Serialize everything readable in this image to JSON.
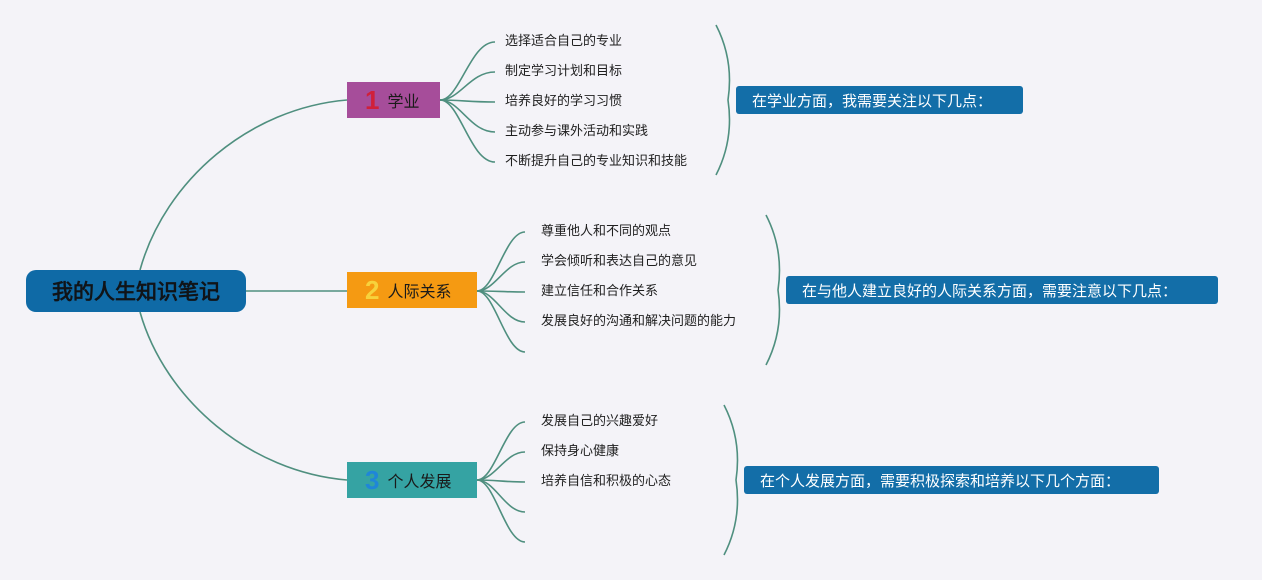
{
  "root": {
    "label": "我的人生知识笔记",
    "color": "#0f6aa6"
  },
  "line_color": "#4f8f7f",
  "branches": [
    {
      "num": "1",
      "num_color": "#d0203a",
      "label": "学业",
      "color": "#a64d9a",
      "items": [
        "选择适合自己的专业",
        "制定学习计划和目标",
        "培养良好的学习习惯",
        "主动参与课外活动和实践",
        "不断提升自己的专业知识和技能"
      ],
      "summary": "在学业方面，我需要关注以下几点："
    },
    {
      "num": "2",
      "num_color": "#f7d23c",
      "label": "人际关系",
      "color": "#f59a12",
      "items": [
        "尊重他人和不同的观点",
        "学会倾听和表达自己的意见",
        "建立信任和合作关系",
        "发展良好的沟通和解决问题的能力",
        ""
      ],
      "summary": "在与他人建立良好的人际关系方面，需要注意以下几点："
    },
    {
      "num": "3",
      "num_color": "#1f86d8",
      "label": "个人发展",
      "color": "#35a3a3",
      "items": [
        "发展自己的兴趣爱好",
        "保持身心健康",
        "培养自信和积极的心态",
        "",
        ""
      ],
      "summary": "在个人发展方面，需要积极探索和培养以下几个方面："
    }
  ]
}
